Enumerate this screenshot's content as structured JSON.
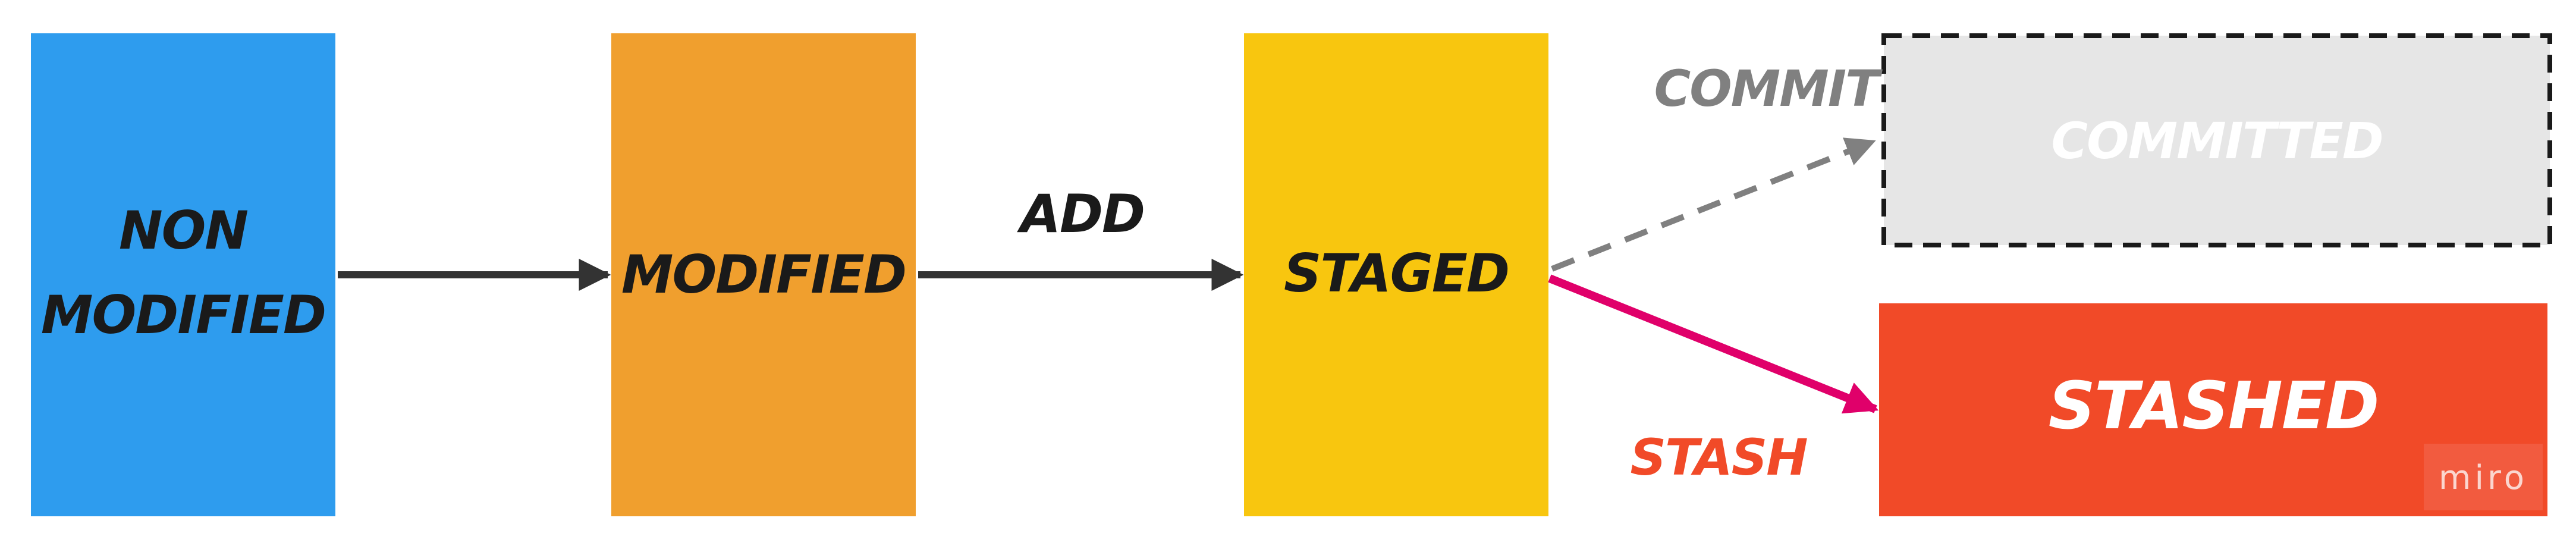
{
  "diagram": {
    "nodes": {
      "non_modified": {
        "line1": "NON",
        "line2": "MODIFIED",
        "fill": "#2e9cee"
      },
      "modified": {
        "label": "MODIFIED",
        "fill": "#f09f2e"
      },
      "staged": {
        "label": "STAGED",
        "fill": "#f8c60f"
      },
      "committed": {
        "label": "COMMITTED",
        "fill": "#e6e6e6",
        "border": "#1a1a1a",
        "text_color": "#ffffff"
      },
      "stashed": {
        "label": "STASHED",
        "fill": "#f14a28",
        "text_color": "#ffffff"
      }
    },
    "edges": {
      "add": {
        "label": "ADD",
        "color": "#333333"
      },
      "commit": {
        "label": "COMMIT",
        "color": "#808080"
      },
      "stash": {
        "label": "STASH",
        "color": "#e0006a",
        "label_color": "#f14a28"
      }
    },
    "text_color": "#1a1a1a"
  },
  "watermark": {
    "text": "miro"
  }
}
